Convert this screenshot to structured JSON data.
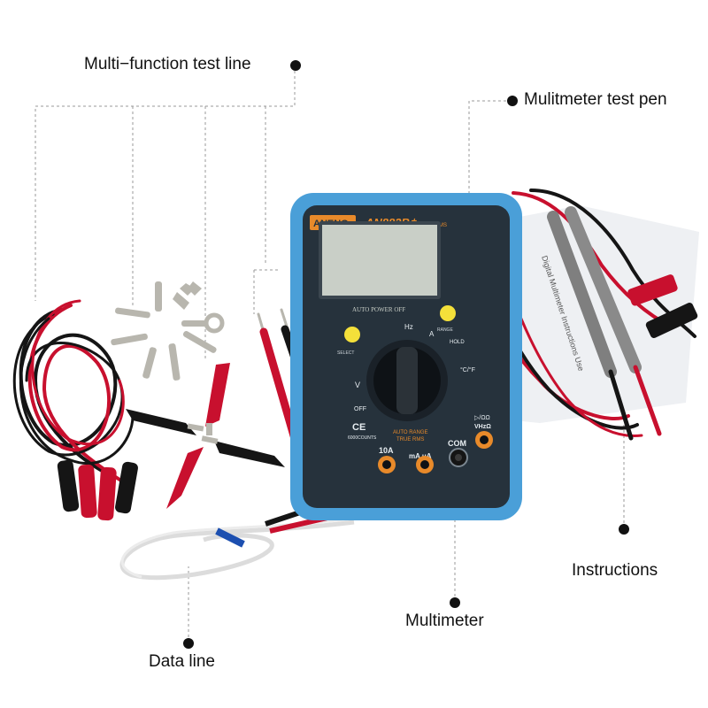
{
  "callouts": {
    "multi_function_test_line": "Multi−function test line",
    "multimeter_test_pen": "Mulitmeter test pen",
    "instructions": "Instructions",
    "multimeter": "Multimeter",
    "data_line": "Data line"
  },
  "multimeter": {
    "brand": "ANENG",
    "model": "AN882B⁺",
    "model_suffix": "TRMS",
    "display_caption": "AUTO POWER OFF",
    "dial_labels": {
      "hz": "Hz",
      "off": "OFF",
      "hold": "HOLD",
      "temp": "°C/°F",
      "volt": "V",
      "amp": "A"
    },
    "button_labels": {
      "select": "SELECT",
      "range": "RANGE"
    },
    "badges": {
      "ce": "CE",
      "counts": "6000COUNTS"
    },
    "auto_range_text": "AUTO RANGE",
    "true_rms_text": "TRUE RMS",
    "jacks": {
      "a10": "10A",
      "ma_ua": "mA uA",
      "com": "COM",
      "vhz": "VHzΩ",
      "diode": "▷/ΩΩ"
    }
  },
  "instructions_sheet": {
    "title": "Digital Multimeter Instructions Use"
  },
  "colors": {
    "meter_blue": "#4a9fd8",
    "meter_body": "#26323c",
    "lcd": "#c9cfc7",
    "lead_red": "#c8102e",
    "lead_black": "#151515",
    "brand_orange": "#e88a2a",
    "button_yellow": "#f4e03a"
  }
}
